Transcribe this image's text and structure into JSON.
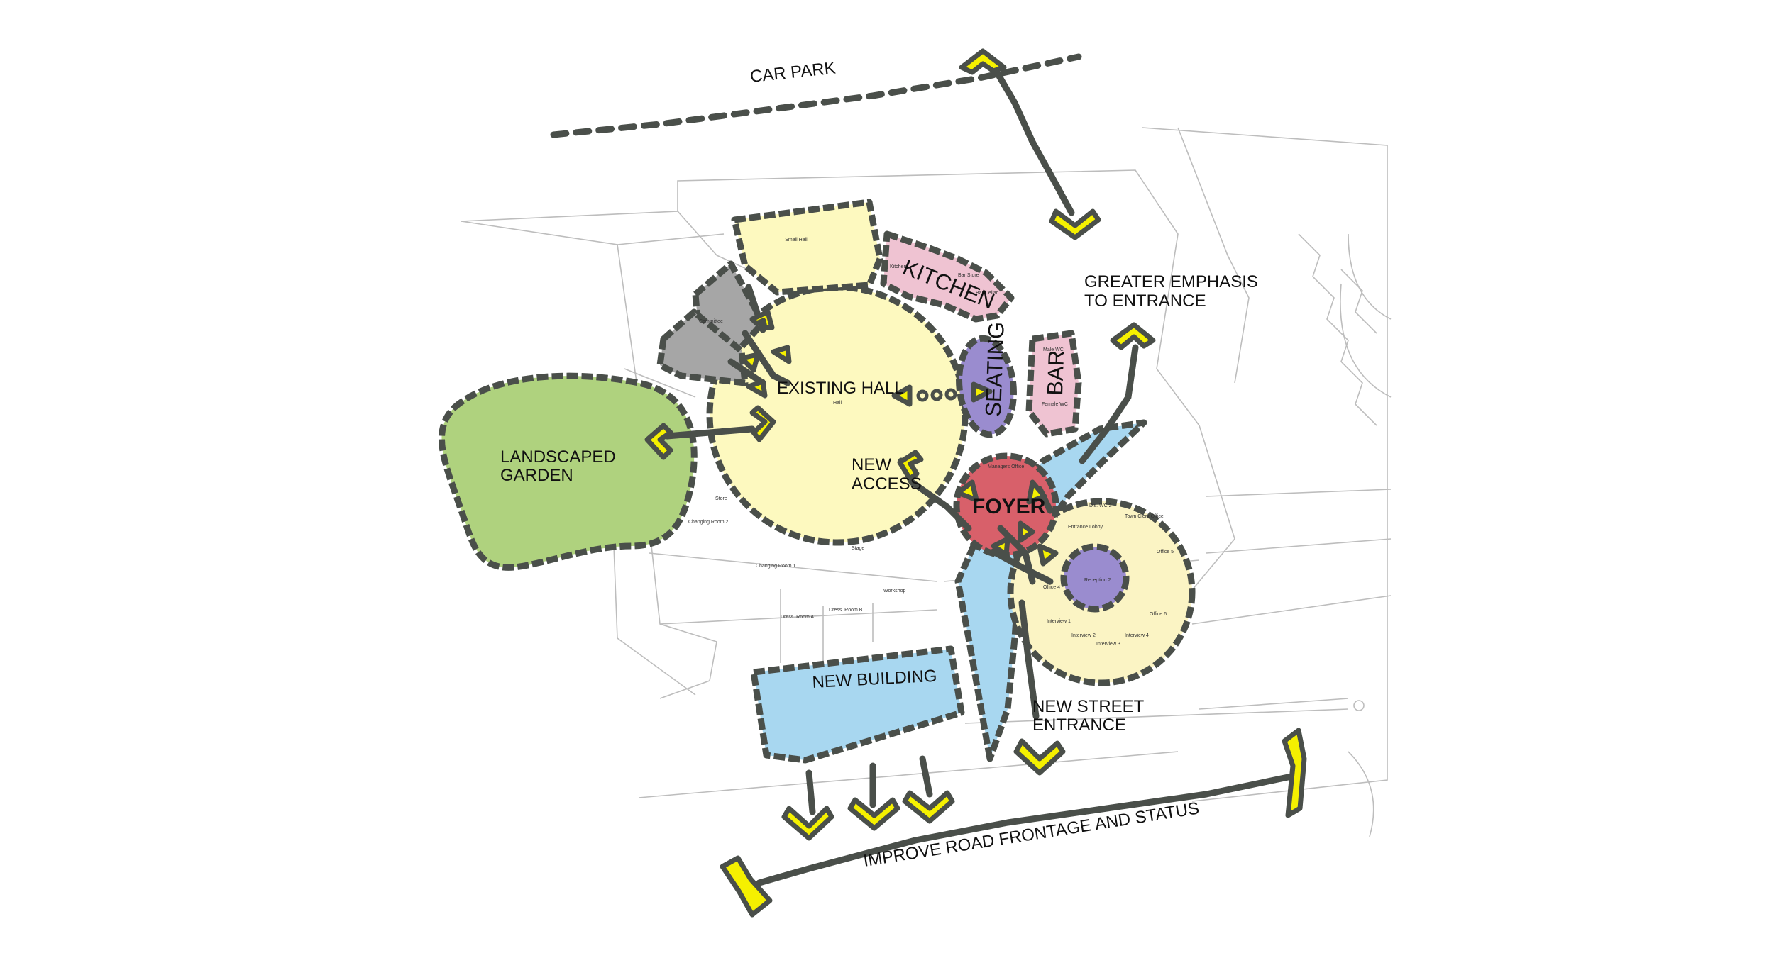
{
  "colors": {
    "hall": "#fdf9bf",
    "garden": "#afd27e",
    "foyer": "#d8606a",
    "pink": "#efc3d2",
    "purple": "#9a8ccf",
    "grey": "#a6a6a6",
    "blue": "#a8d7f0",
    "offices": "#fbf4c4",
    "arrow": "#f5f000",
    "outline": "#4a4f4a"
  },
  "labels": {
    "car_park": "CAR PARK",
    "greater_emphasis_1": "GREATER EMPHASIS",
    "greater_emphasis_2": "TO ENTRANCE",
    "kitchen": "KITCHEN",
    "existing_hall": "EXISTING HALL",
    "seating": "SEATING",
    "bar": "BAR",
    "landscaped_1": "LANDSCAPED",
    "landscaped_2": "GARDEN",
    "new_access_1": "NEW",
    "new_access_2": "ACCESS",
    "foyer": "FOYER",
    "new_building": "NEW BUILDING",
    "new_street_1": "NEW STREET",
    "new_street_2": "ENTRANCE",
    "road_frontage": "IMPROVE ROAD FRONTAGE AND STATUS"
  },
  "room_labels": {
    "small_hall": "Small Hall",
    "kitchen_room": "Kitchen",
    "bar_store": "Bar Store",
    "bar_cellar": "Bar Cellar",
    "committee": "Committee",
    "hall": "Hall",
    "male_wc": "Male WC",
    "female_wc": "Female WC",
    "managers_office": "Managers Office",
    "store": "Store",
    "changing_room_2": "Changing Room 2",
    "changing_room_1": "Changing Room 1",
    "stage": "Stage",
    "workshop": "Workshop",
    "dress_room_a": "Dress. Room A",
    "dress_room_b": "Dress. Room B",
    "dis_wc": "Dis. WC 2",
    "entrance_lobby": "Entrance Lobby",
    "town_clerk_office": "Town Clerk Office",
    "reception": "Reception 2",
    "office_4": "Office 4",
    "office_5": "Office 5",
    "office_6": "Office 6",
    "interview_1": "Interview 1",
    "interview_2": "Interview 2",
    "interview_3": "Interview 3",
    "interview_4": "Interview 4"
  }
}
